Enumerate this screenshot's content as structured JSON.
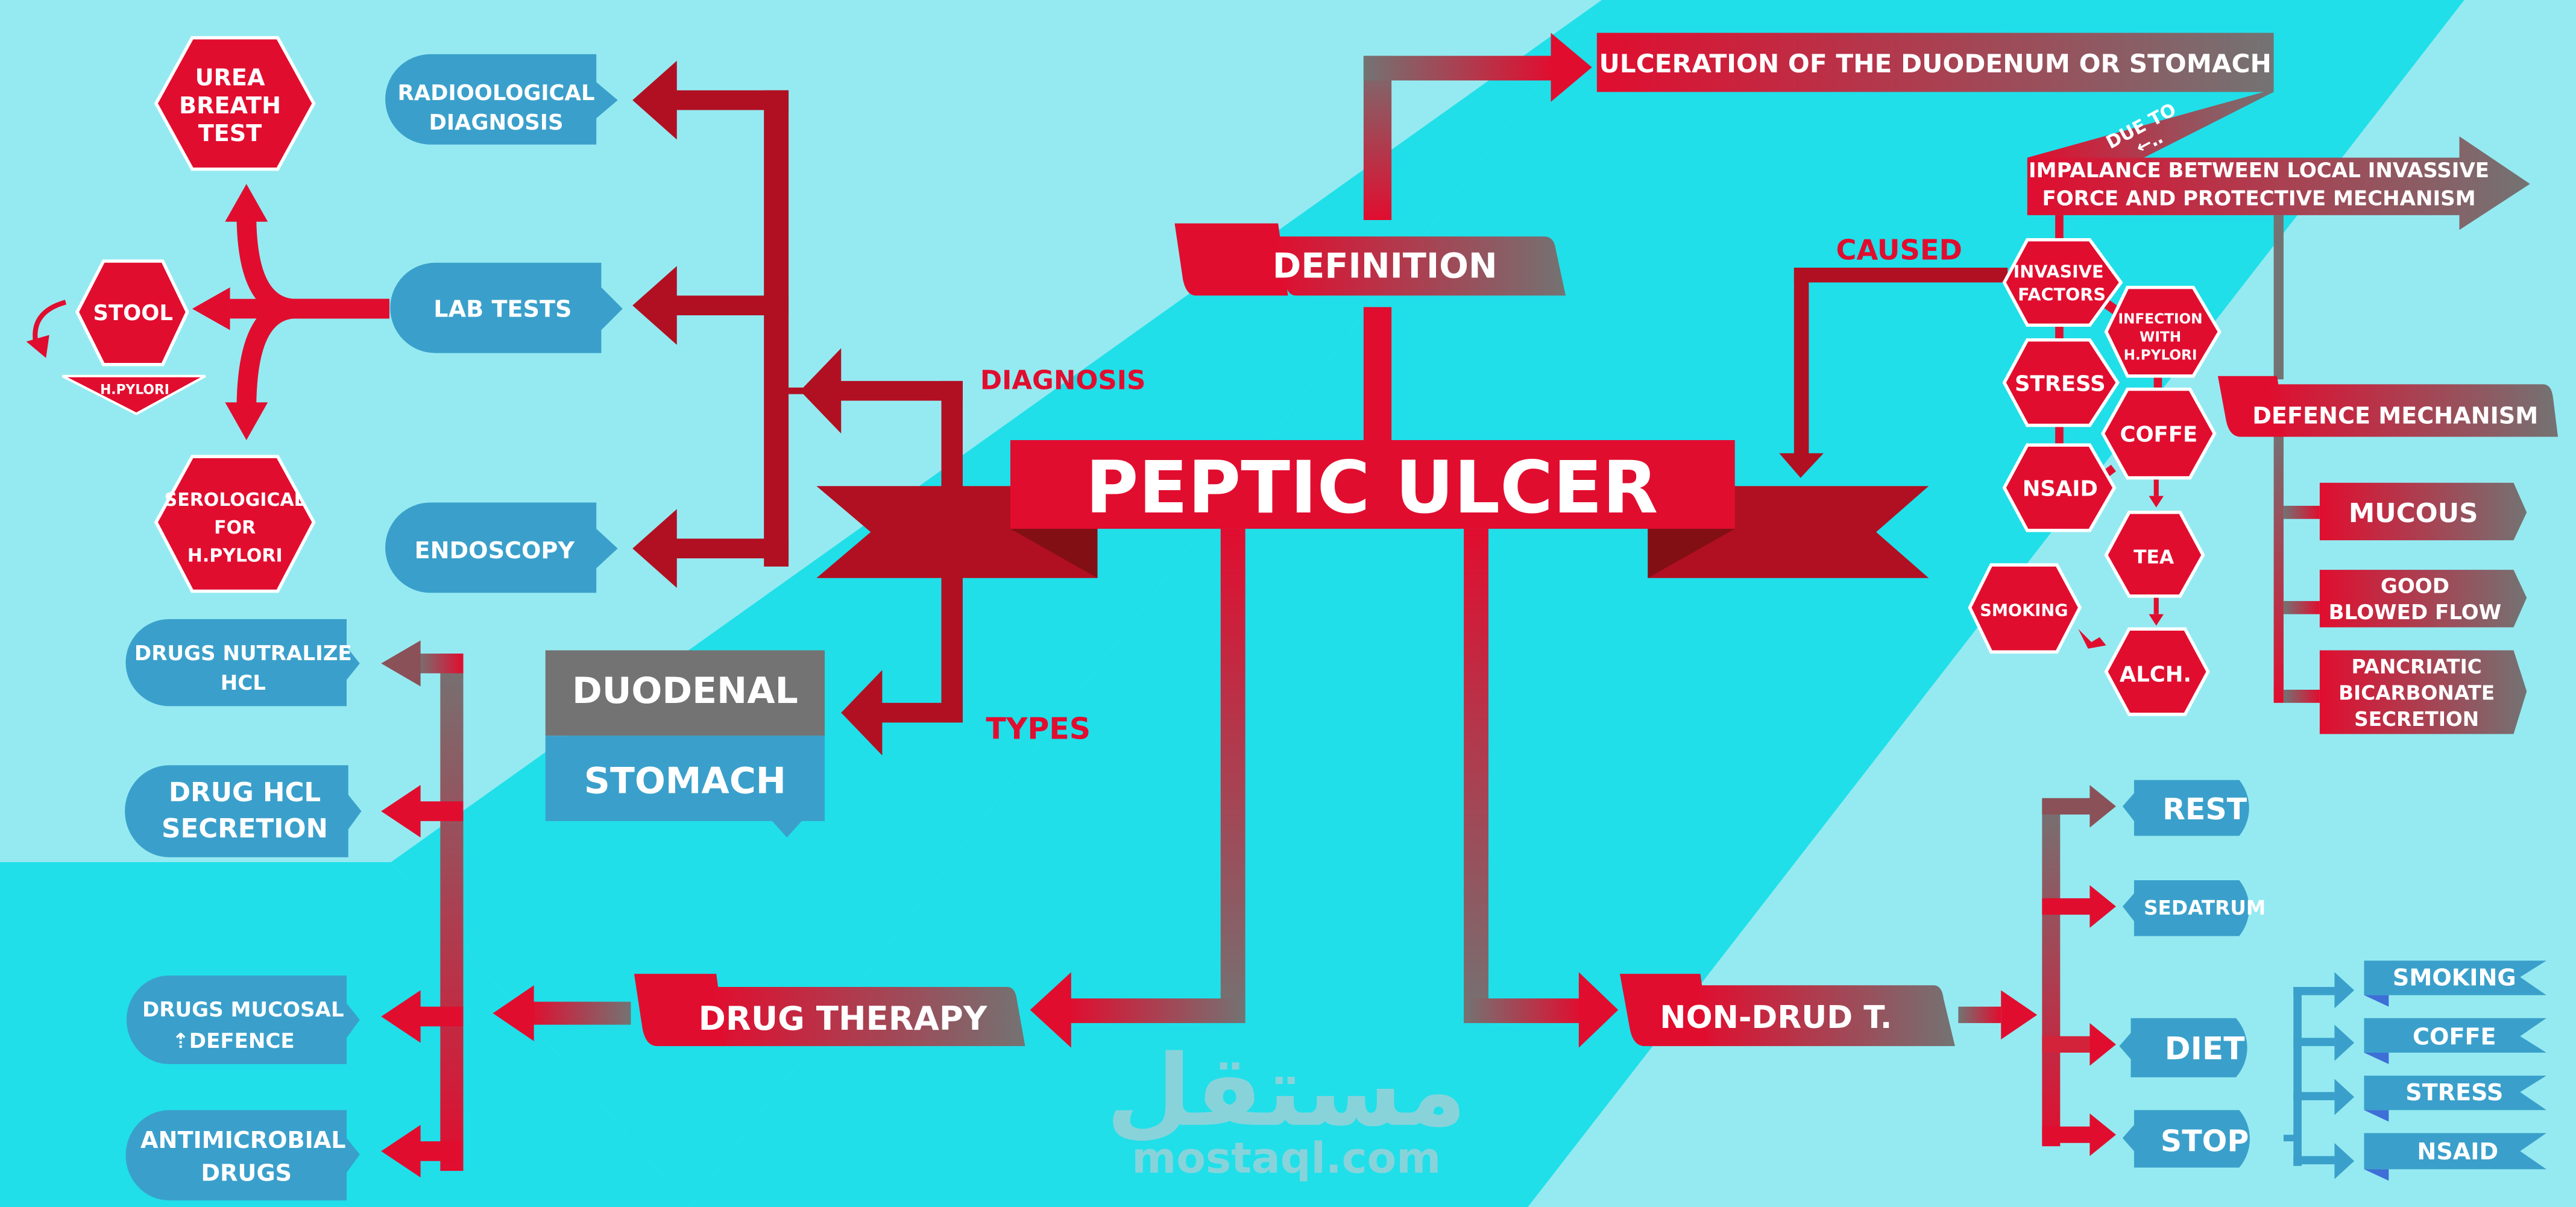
{
  "title": "PEPTIC ULCER",
  "colors": {
    "bg_light": "#95eaf1",
    "bg_cyan": "#20dfe9",
    "red": "#e10d2f",
    "dark_red": "#b11022",
    "deep_red": "#820f13",
    "blue": "#3aa0cb",
    "gray": "#737373",
    "royal_blue": "#3d6fd6"
  },
  "branches": {
    "definition": "DEFINITION",
    "diagnosis": "DIAGNOSIS",
    "types": "TYPES",
    "caused": "CAUSED",
    "drug_therapy": "DRUG THERAPY",
    "non_drug": "NON-DRUD T."
  },
  "definition_text": "ULCERATION OF THE DUODENUM OR STOMACH",
  "due_to": "DUE TO",
  "due_to_arrow": "←‥",
  "imbalance": [
    "IMPALANCE BETWEEN LOCAL INVASSIVE",
    "FORCE AND PROTECTIVE MECHANISM"
  ],
  "diagnosis": {
    "items": [
      [
        "RADIOOLOGICAL",
        "DIAGNOSIS"
      ],
      [
        "LAB TESTS"
      ],
      [
        "ENDOSCOPY"
      ]
    ],
    "lab_tests": {
      "urea": [
        "UREA",
        "BREATH",
        "TEST"
      ],
      "stool": "STOOL",
      "h_pylori": "H.PYLORI",
      "serological": [
        "SEROLOGICAL",
        "FOR",
        "H.PYLORI"
      ]
    }
  },
  "types": [
    "DUODENAL",
    "STOMACH"
  ],
  "drugs": [
    [
      "DRUGS NUTRALIZE",
      "HCL"
    ],
    [
      "DRUG HCL",
      "SECRETION"
    ],
    [
      "DRUGS MUCOSAL",
      "⇡DEFENCE"
    ],
    [
      "ANTIMICROBIAL",
      "DRUGS"
    ]
  ],
  "invasive": {
    "head": [
      "INVASIVE",
      "FACTORS"
    ],
    "infection": [
      "INFECTION",
      "WITH",
      "H.PYLORI"
    ],
    "stress": "STRESS",
    "coffe": "COFFE",
    "nsaid": "NSAID",
    "tea": "TEA",
    "alch": "ALCH.",
    "smoking": "SMOKING"
  },
  "defence": {
    "head": "DEFENCE MECHANISM",
    "items": [
      [
        "MUCOUS"
      ],
      [
        "GOOD",
        "BLOWED FLOW"
      ],
      [
        "PANCRIATIC",
        "BICARBONATE",
        "SECRETION"
      ]
    ]
  },
  "non_drug_items": [
    "REST",
    "SEDATRUM",
    "DIET",
    "STOP"
  ],
  "stop_items": [
    "SMOKING",
    "COFFE",
    "STRESS",
    "NSAID"
  ],
  "watermark": {
    "arabic": "مستقل",
    "latin": "mostaql.com"
  }
}
